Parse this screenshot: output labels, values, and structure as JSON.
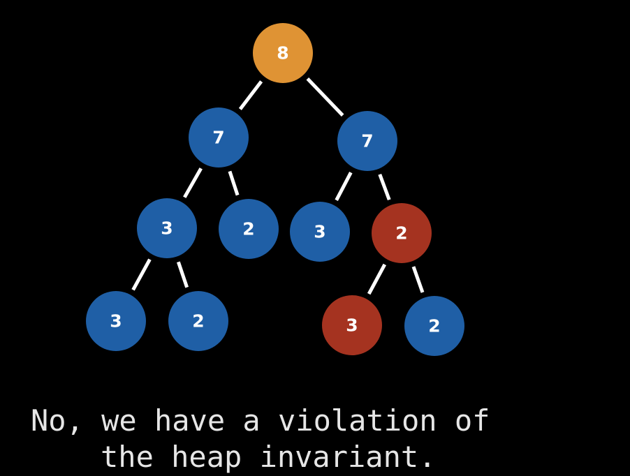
{
  "colors": {
    "background": "#000000",
    "normal": "#1f5fa6",
    "root": "#df9334",
    "violation": "#a53320",
    "edge": "#ffffff",
    "text": "#ffffff",
    "caption": "#e6e6e6"
  },
  "tree": {
    "nodes": [
      {
        "id": "n1",
        "value": "8",
        "state": "root"
      },
      {
        "id": "n2",
        "value": "7",
        "state": "normal"
      },
      {
        "id": "n3",
        "value": "7",
        "state": "normal"
      },
      {
        "id": "n4",
        "value": "3",
        "state": "normal"
      },
      {
        "id": "n5",
        "value": "2",
        "state": "normal"
      },
      {
        "id": "n6",
        "value": "3",
        "state": "normal"
      },
      {
        "id": "n7",
        "value": "2",
        "state": "violation"
      },
      {
        "id": "n8",
        "value": "3",
        "state": "normal"
      },
      {
        "id": "n9",
        "value": "2",
        "state": "normal"
      },
      {
        "id": "n10",
        "value": "3",
        "state": "violation"
      },
      {
        "id": "n11",
        "value": "2",
        "state": "normal"
      }
    ],
    "edges": [
      [
        "n1",
        "n2"
      ],
      [
        "n1",
        "n3"
      ],
      [
        "n2",
        "n4"
      ],
      [
        "n2",
        "n5"
      ],
      [
        "n3",
        "n6"
      ],
      [
        "n3",
        "n7"
      ],
      [
        "n4",
        "n8"
      ],
      [
        "n4",
        "n9"
      ],
      [
        "n7",
        "n10"
      ],
      [
        "n7",
        "n11"
      ]
    ]
  },
  "caption": {
    "line1": "No, we have a violation of",
    "line2": "the heap invariant."
  }
}
